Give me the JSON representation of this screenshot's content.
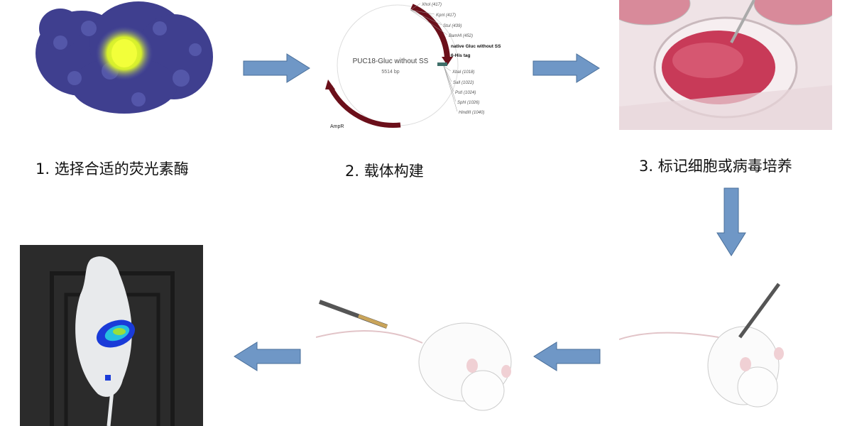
{
  "steps": [
    {
      "label": "1. 选择合适的荧光素酶"
    },
    {
      "label": "2. 载体构建"
    },
    {
      "label": "3. 标记细胞或病毒培养"
    }
  ],
  "plasmid": {
    "name": "PUC18-Gluc without SS",
    "size": "5514 bp",
    "insert": "native Gluc without SS",
    "tag": "6-His tag",
    "resistance": "AmpR",
    "sites_top": [
      "XhoI (417)",
      "KpnI (417)",
      "StuI (439)",
      "BamHI (452)"
    ],
    "sites_bottom": [
      "XbaI (1018)",
      "SalI (1022)",
      "PstI (1024)",
      "SphI (1026)",
      "HindIII (1040)"
    ]
  },
  "colors": {
    "arrow": "#6f97c6",
    "arrow_stroke": "#4a6f9a",
    "backbone": "#6b0f1a"
  }
}
